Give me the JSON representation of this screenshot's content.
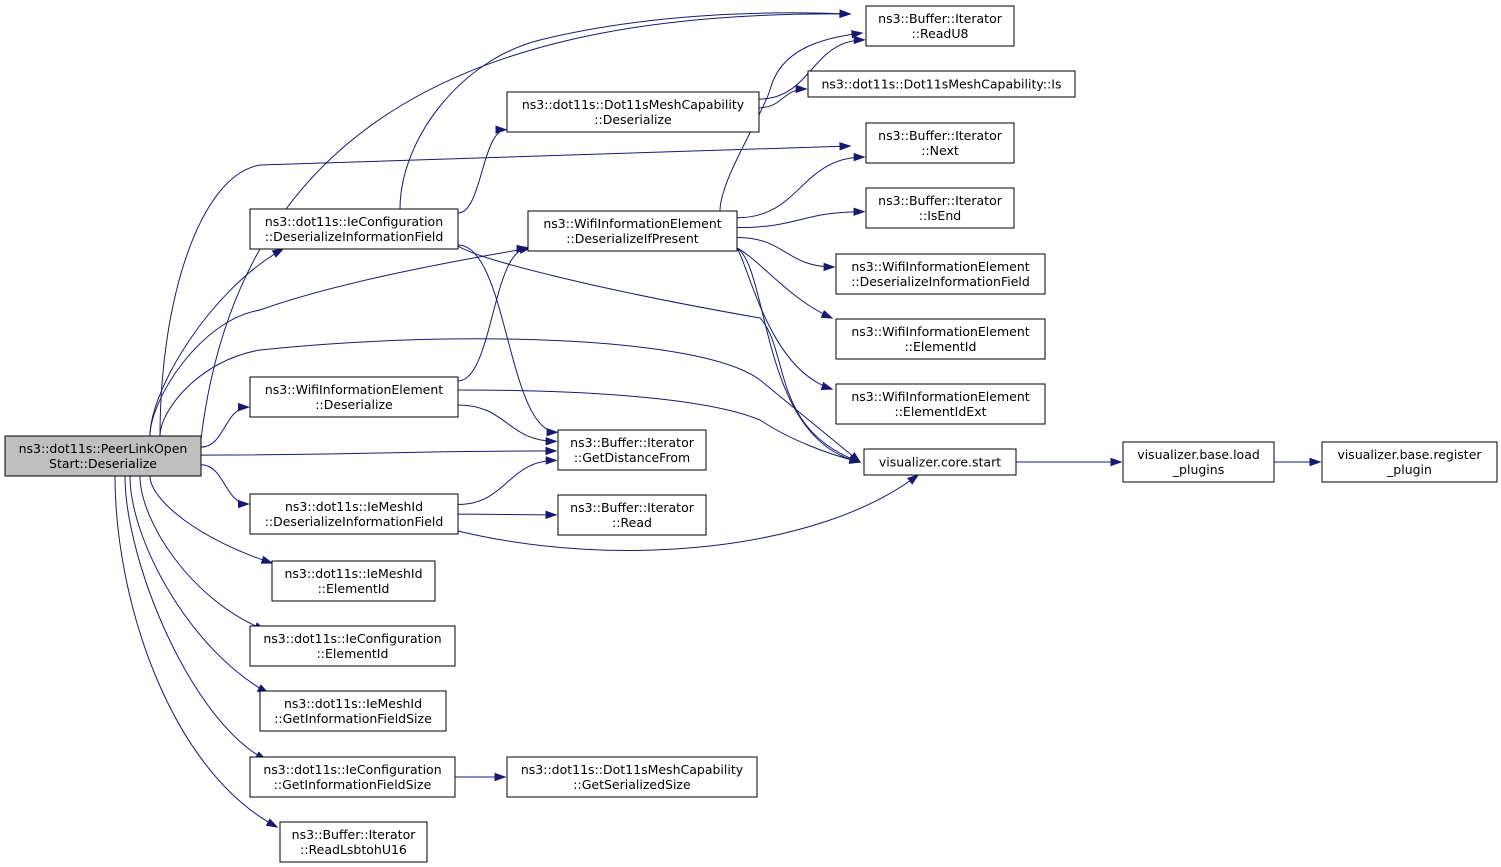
{
  "nodes": [
    {
      "id": "root",
      "lines": [
        "ns3::dot11s::PeerLinkOpen",
        "Start::Deserialize"
      ],
      "root": true
    },
    {
      "id": "ieconf_dif",
      "lines": [
        "ns3::dot11s::IeConfiguration",
        "::DeserializeInformationField"
      ]
    },
    {
      "id": "wifi_deser",
      "lines": [
        "ns3::WifiInformationElement",
        "::Deserialize"
      ]
    },
    {
      "id": "meshid_dif",
      "lines": [
        "ns3::dot11s::IeMeshId",
        "::DeserializeInformationField"
      ]
    },
    {
      "id": "meshid_eid",
      "lines": [
        "ns3::dot11s::IeMeshId",
        "::ElementId"
      ]
    },
    {
      "id": "ieconf_eid",
      "lines": [
        "ns3::dot11s::IeConfiguration",
        "::ElementId"
      ]
    },
    {
      "id": "meshid_gifs",
      "lines": [
        "ns3::dot11s::IeMeshId",
        "::GetInformationFieldSize"
      ]
    },
    {
      "id": "ieconf_gifs",
      "lines": [
        "ns3::dot11s::IeConfiguration",
        "::GetInformationFieldSize"
      ]
    },
    {
      "id": "readlsb",
      "lines": [
        "ns3::Buffer::Iterator",
        "::ReadLsbtohU16"
      ]
    },
    {
      "id": "meshcap_deser",
      "lines": [
        "ns3::dot11s::Dot11sMeshCapability",
        "::Deserialize"
      ]
    },
    {
      "id": "wifi_difp",
      "lines": [
        "ns3::WifiInformationElement",
        "::DeserializeIfPresent"
      ]
    },
    {
      "id": "getdist",
      "lines": [
        "ns3::Buffer::Iterator",
        "::GetDistanceFrom"
      ]
    },
    {
      "id": "read",
      "lines": [
        "ns3::Buffer::Iterator",
        "::Read"
      ]
    },
    {
      "id": "meshcap_gss",
      "lines": [
        "ns3::dot11s::Dot11sMeshCapability",
        "::GetSerializedSize"
      ]
    },
    {
      "id": "readu8",
      "lines": [
        "ns3::Buffer::Iterator",
        "::ReadU8"
      ]
    },
    {
      "id": "meshcap_is",
      "lines": [
        "ns3::dot11s::Dot11sMeshCapability::Is"
      ]
    },
    {
      "id": "next",
      "lines": [
        "ns3::Buffer::Iterator",
        "::Next"
      ]
    },
    {
      "id": "isend",
      "lines": [
        "ns3::Buffer::Iterator",
        "::IsEnd"
      ]
    },
    {
      "id": "wifi_dif",
      "lines": [
        "ns3::WifiInformationElement",
        "::DeserializeInformationField"
      ]
    },
    {
      "id": "wifi_eid",
      "lines": [
        "ns3::WifiInformationElement",
        "::ElementId"
      ]
    },
    {
      "id": "wifi_eidext",
      "lines": [
        "ns3::WifiInformationElement",
        "::ElementIdExt"
      ]
    },
    {
      "id": "viz_start",
      "lines": [
        "visualizer.core.start"
      ]
    },
    {
      "id": "viz_load",
      "lines": [
        "visualizer.base.load",
        "_plugins"
      ]
    },
    {
      "id": "viz_reg",
      "lines": [
        "visualizer.base.register",
        "_plugin"
      ]
    }
  ],
  "edges": [
    [
      "root",
      "readu8"
    ],
    [
      "root",
      "next"
    ],
    [
      "root",
      "ieconf_dif"
    ],
    [
      "root",
      "wifi_difp"
    ],
    [
      "root",
      "viz_start"
    ],
    [
      "root",
      "wifi_deser"
    ],
    [
      "root",
      "getdist"
    ],
    [
      "root",
      "meshid_dif"
    ],
    [
      "root",
      "meshid_eid"
    ],
    [
      "root",
      "ieconf_eid"
    ],
    [
      "root",
      "meshid_gifs"
    ],
    [
      "root",
      "ieconf_gifs"
    ],
    [
      "root",
      "readlsb"
    ],
    [
      "ieconf_dif",
      "readu8"
    ],
    [
      "ieconf_dif",
      "meshcap_deser"
    ],
    [
      "ieconf_dif",
      "getdist"
    ],
    [
      "ieconf_dif",
      "viz_start"
    ],
    [
      "meshcap_deser",
      "readu8"
    ],
    [
      "meshcap_deser",
      "meshcap_is"
    ],
    [
      "wifi_difp",
      "readu8"
    ],
    [
      "wifi_difp",
      "next"
    ],
    [
      "wifi_difp",
      "isend"
    ],
    [
      "wifi_difp",
      "wifi_dif"
    ],
    [
      "wifi_difp",
      "wifi_eid"
    ],
    [
      "wifi_difp",
      "wifi_eidext"
    ],
    [
      "wifi_difp",
      "viz_start"
    ],
    [
      "wifi_deser",
      "wifi_difp"
    ],
    [
      "wifi_deser",
      "getdist"
    ],
    [
      "wifi_deser",
      "viz_start"
    ],
    [
      "meshid_dif",
      "getdist"
    ],
    [
      "meshid_dif",
      "read"
    ],
    [
      "meshid_dif",
      "viz_start"
    ],
    [
      "ieconf_gifs",
      "meshcap_gss"
    ],
    [
      "viz_start",
      "viz_load"
    ],
    [
      "viz_load",
      "viz_reg"
    ]
  ]
}
